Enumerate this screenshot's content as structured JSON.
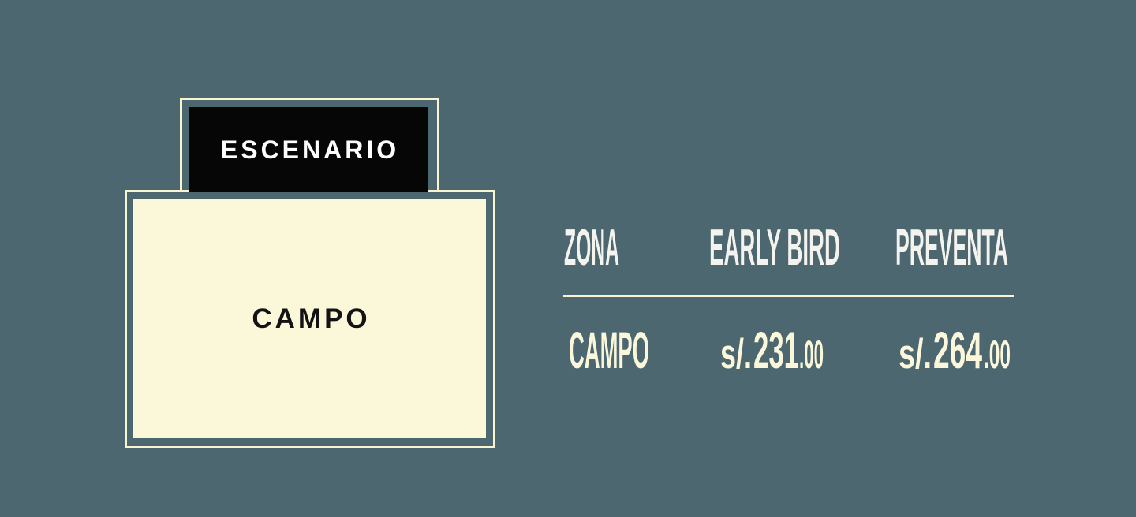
{
  "colors": {
    "background": "#4C6770",
    "cream_outline": "#FAF5D0",
    "zone_fill": "#FBF7D9",
    "stage_background": "#060606",
    "stage_text": "#FDFDFD",
    "table_header_text": "#F4F3EE",
    "table_row_text": "#FBF7DA"
  },
  "stage_map": {
    "stage_label": "ESCENARIO",
    "zone_label": "CAMPO"
  },
  "pricing_table": {
    "headers": [
      "ZONA",
      "EARLY BIRD",
      "PREVENTA"
    ],
    "rows": [
      {
        "zone": "CAMPO",
        "early_bird": {
          "currency_prefix": "s/.",
          "amount": "231",
          "cents": ".00"
        },
        "preventa": {
          "currency_prefix": "s/.",
          "amount": "264",
          "cents": ".00"
        }
      }
    ]
  }
}
